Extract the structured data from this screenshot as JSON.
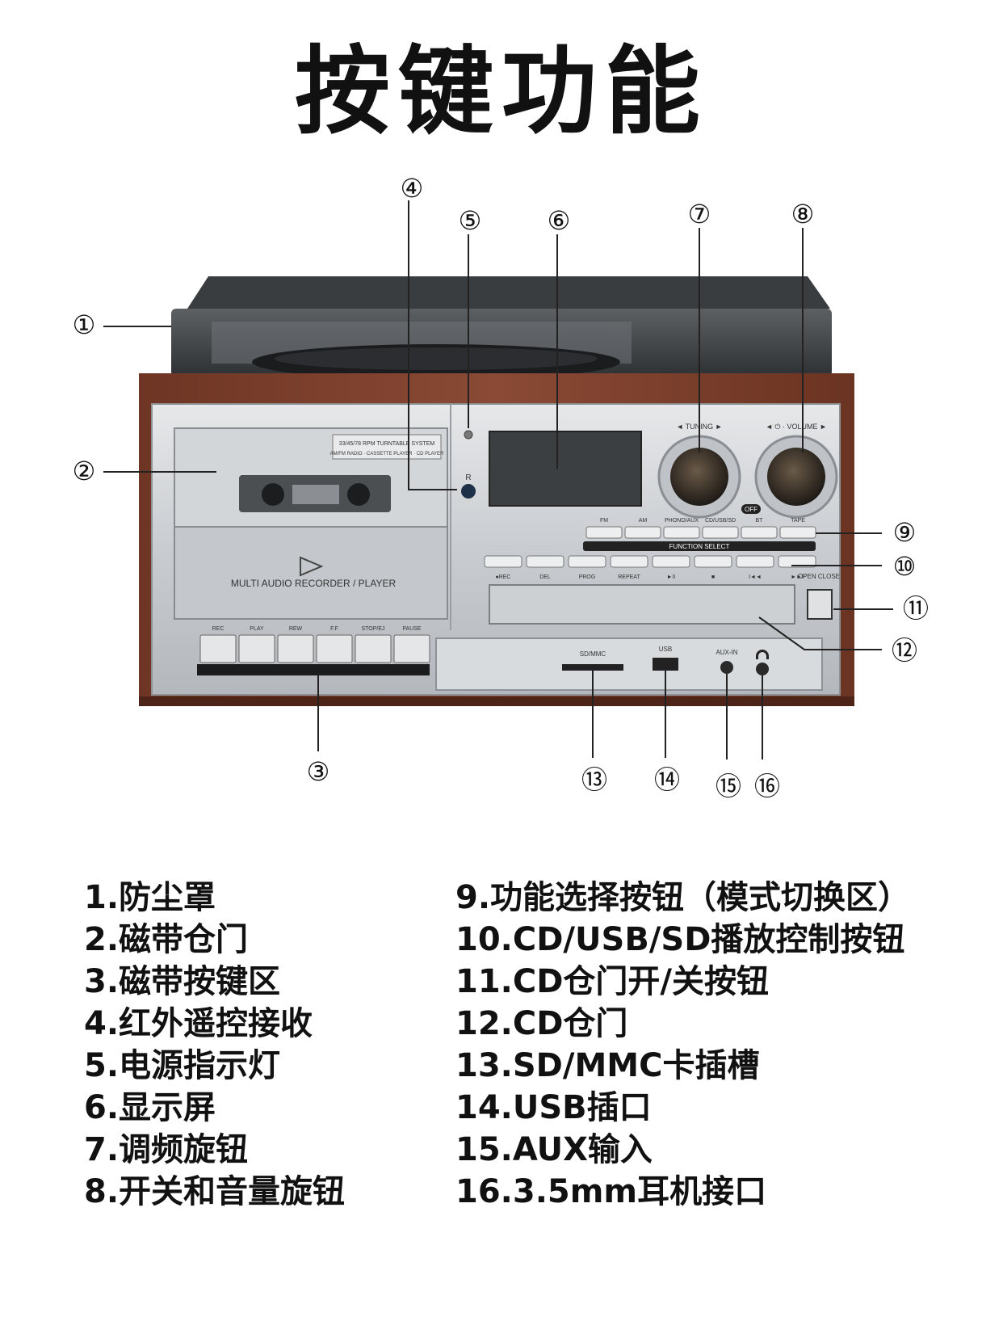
{
  "title": "按键功能",
  "device": {
    "dust_cover_label": "",
    "top_plate_lines": [
      "33/45/78 RPM TURNTABLE SYSTEM",
      "AM/FM RADIO · CASSETTE PLAYER · CD PLAYER"
    ],
    "cassette_door_label": "MULTI AUDIO RECORDER / PLAYER",
    "remote_sensor_mark": "R",
    "tuning_label": "◄ TUNING ►",
    "volume_label": "◄ ⏻ · VOLUME ►",
    "off_label": "OFF",
    "function_buttons": [
      "FM",
      "AM",
      "PHONO/AUX",
      "CD/USB/SD",
      "BT",
      "TAPE"
    ],
    "function_select_label": "FUNCTION SELECT",
    "cd_controls": [
      "●REC",
      "DEL",
      "PROG",
      "REPEAT",
      "►II",
      "■",
      "I◄◄",
      "►►I"
    ],
    "open_close_label": "OPEN CLOSE",
    "cassette_keys": [
      "REC",
      "PLAY",
      "REW",
      "F.F",
      "STOP/EJ",
      "PAUSE"
    ],
    "sd_label": "SD/MMC",
    "usb_label": "USB",
    "aux_label": "AUX-IN"
  },
  "callouts": [
    "①",
    "②",
    "③",
    "④",
    "⑤",
    "⑥",
    "⑦",
    "⑧",
    "⑨",
    "⑩",
    "⑪",
    "⑫",
    "⑬",
    "⑭",
    "⑮",
    "⑯"
  ],
  "legend_left": [
    "1.防尘罩",
    "2.磁带仓门",
    "3.磁带按键区",
    "4.红外遥控接收",
    "5.电源指示灯",
    "6.显示屏",
    "7.调频旋钮",
    "8.开关和音量旋钮"
  ],
  "legend_right": [
    "9.功能选择按钮（模式切换区）",
    "10.CD/USB/SD播放控制按钮",
    "11.CD仓门开/关按钮",
    "12.CD仓门",
    "13.SD/MMC卡插槽",
    "14.USB插口",
    "15.AUX输入",
    "16.3.5mm耳机接口"
  ]
}
